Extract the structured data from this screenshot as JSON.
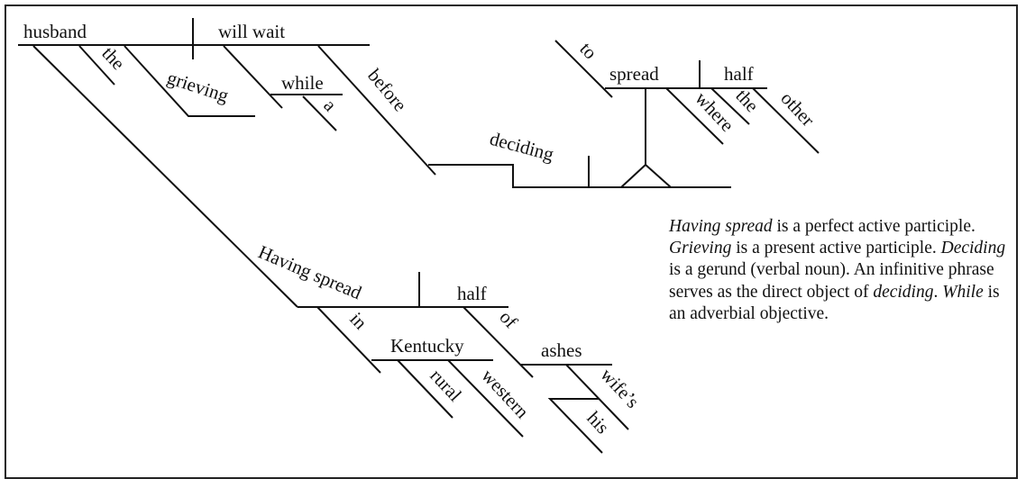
{
  "words": {
    "husband": "husband",
    "will_wait": "will wait",
    "the_1": "the",
    "grieving": "grieving",
    "while": "while",
    "a": "a",
    "before": "before",
    "deciding": "deciding",
    "to": "to",
    "spread": "spread",
    "half_1": "half",
    "where": "where",
    "the_2": "the",
    "other": "other",
    "having_spread": "Having spread",
    "half_2": "half",
    "in": "in",
    "kentucky": "Kentucky",
    "rural": "rural",
    "western": "western",
    "of": "of",
    "ashes": "ashes",
    "wifes": "wife’s",
    "his": "his"
  },
  "note": {
    "s1_italic": "Having spread",
    "s1_rest": " is a perfect active participle. ",
    "s2_italic": "Grieving",
    "s2_rest": " is a present active participle. ",
    "s3_italic": "Deciding",
    "s3_rest": " is a gerund (verbal noun). An infinitive phrase serves as the direct object of ",
    "s4_italic": "deciding",
    "s4_rest": ". ",
    "s5_italic": "While",
    "s5_rest": " is an adverbial objective."
  }
}
